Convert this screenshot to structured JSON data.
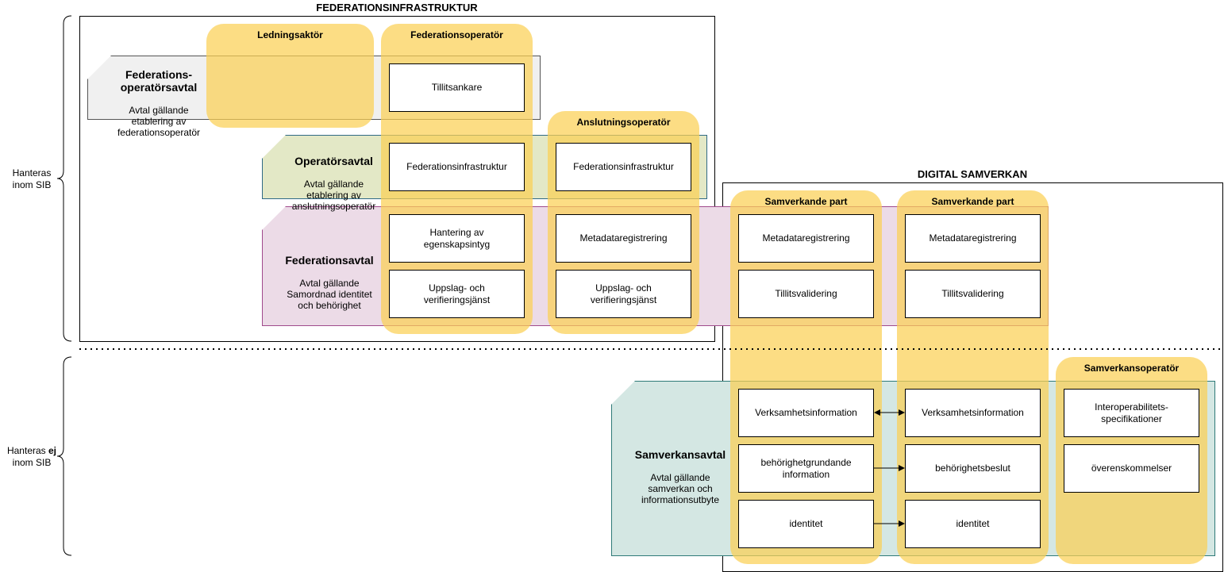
{
  "frames": {
    "federation_infra_title": "FEDERATIONSINFRASTRUKTUR",
    "digital_samverkan_title": "DIGITAL SAMVERKAN"
  },
  "side_labels": {
    "handled": {
      "line1": "Hanteras",
      "line2": "inom SIB"
    },
    "not_handled": {
      "pre": "Hanteras ",
      "emph": "ej",
      "line2": "inom SIB"
    }
  },
  "agreements": {
    "federationsoperatorsavtal": {
      "title": "Federations-\noperatörsavtal",
      "desc": "Avtal gällande\netablering av\nfederationsoperatör"
    },
    "operatorsavtal": {
      "title": "Operatörsavtal",
      "desc": "Avtal gällande\netablering av\nanslutningsoperatör"
    },
    "federationsavtal": {
      "title": "Federationsavtal",
      "desc": "Avtal gällande\nSamordnad identitet\noch behörighet"
    },
    "samverkansavtal": {
      "title": "Samverkansavtal",
      "desc": "Avtal gällande\nsamverkan och\ninformationsutbyte"
    }
  },
  "roles": {
    "ledningsaktor": {
      "label": "Ledningsaktör"
    },
    "federationsoperator": {
      "label": "Federationsoperatör",
      "boxes": [
        "Tillitsankare",
        "Federationsinfrastruktur",
        "Hantering av\negenskapsintyg",
        "Uppslag- och\nverifieringsjänst"
      ]
    },
    "anslutningsoperator": {
      "label": "Anslutningsoperatör",
      "boxes": [
        "Federationsinfrastruktur",
        "Metadataregistrering",
        "Uppslag- och\nverifieringsjänst"
      ]
    },
    "samverkande_part_1": {
      "label": "Samverkande part",
      "boxes": [
        "Metadataregistrering",
        "Tillitsvalidering",
        "Verksamhetsinformation",
        "behörighetgrundande\ninformation",
        "identitet"
      ]
    },
    "samverkande_part_2": {
      "label": "Samverkande part",
      "boxes": [
        "Metadataregistrering",
        "Tillitsvalidering",
        "Verksamhetsinformation",
        "behörighetsbeslut",
        "identitet"
      ]
    },
    "samverkansoperator": {
      "label": "Samverkansoperatör",
      "boxes": [
        "Interoperabilitets-\nspecifikationer",
        "överenskommelser"
      ]
    }
  },
  "colors": {
    "role_fill": "#fbd054",
    "operatorsavtal_fill": "#e3e8c6",
    "federationsoperatorsavtal_fill": "#f0f0f0",
    "federationsavtal_fill": "#ecdbe7",
    "samverkansavtal_fill": "#d4e7e3"
  }
}
